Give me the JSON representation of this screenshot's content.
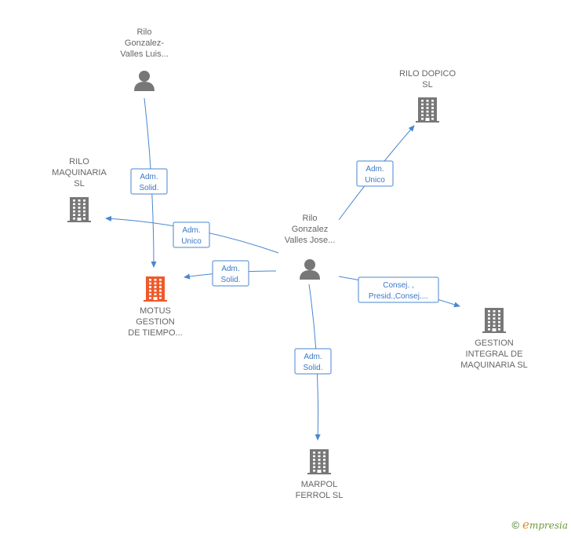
{
  "colors": {
    "node_default": "#777777",
    "node_highlight": "#ee5a2a",
    "edge": "#4a86d0",
    "edge_text": "#3a78c5",
    "label": "#666666"
  },
  "nodes": [
    {
      "id": "rilo-luis",
      "kind": "person",
      "icon": "person-icon",
      "lines": [
        "Rilo",
        "Gonzalez-",
        "Valles Luis..."
      ],
      "highlight": false
    },
    {
      "id": "rilo-dopico",
      "kind": "company",
      "icon": "building-icon",
      "lines": [
        "RILO DOPICO",
        "SL"
      ],
      "highlight": false
    },
    {
      "id": "rilo-maquinaria",
      "kind": "company",
      "icon": "building-icon",
      "lines": [
        "RILO",
        "MAQUINARIA",
        "SL"
      ],
      "highlight": false
    },
    {
      "id": "rilo-jose",
      "kind": "person",
      "icon": "person-icon",
      "lines": [
        "Rilo",
        "Gonzalez",
        "Valles Jose..."
      ],
      "highlight": false
    },
    {
      "id": "motus",
      "kind": "company",
      "icon": "building-icon",
      "lines": [
        "MOTUS",
        "GESTION",
        "DE TIEMPO..."
      ],
      "highlight": true
    },
    {
      "id": "gestion-integral",
      "kind": "company",
      "icon": "building-icon",
      "lines": [
        "GESTION",
        "INTEGRAL DE",
        "MAQUINARIA SL"
      ],
      "highlight": false
    },
    {
      "id": "marpol",
      "kind": "company",
      "icon": "building-icon",
      "lines": [
        "MARPOL",
        "FERROL SL"
      ],
      "highlight": false
    }
  ],
  "edges": [
    {
      "id": "luis-motus",
      "from": "rilo-luis",
      "to": "motus",
      "label": [
        "Adm.",
        "Solid."
      ]
    },
    {
      "id": "jose-maquinaria",
      "from": "rilo-jose",
      "to": "rilo-maquinaria",
      "label": [
        "Adm.",
        "Unico"
      ]
    },
    {
      "id": "jose-motus",
      "from": "rilo-jose",
      "to": "motus",
      "label": [
        "Adm.",
        "Solid."
      ]
    },
    {
      "id": "jose-dopico",
      "from": "rilo-jose",
      "to": "rilo-dopico",
      "label": [
        "Adm.",
        "Unico"
      ]
    },
    {
      "id": "jose-gestion",
      "from": "rilo-jose",
      "to": "gestion-integral",
      "label": [
        "Consej. ,",
        "Presid.,Consej...."
      ]
    },
    {
      "id": "jose-marpol",
      "from": "rilo-jose",
      "to": "marpol",
      "label": [
        "Adm.",
        "Solid."
      ]
    }
  ],
  "branding": {
    "copyright_symbol": "©",
    "brand_initial": "e",
    "brand_rest": "mpresia"
  }
}
